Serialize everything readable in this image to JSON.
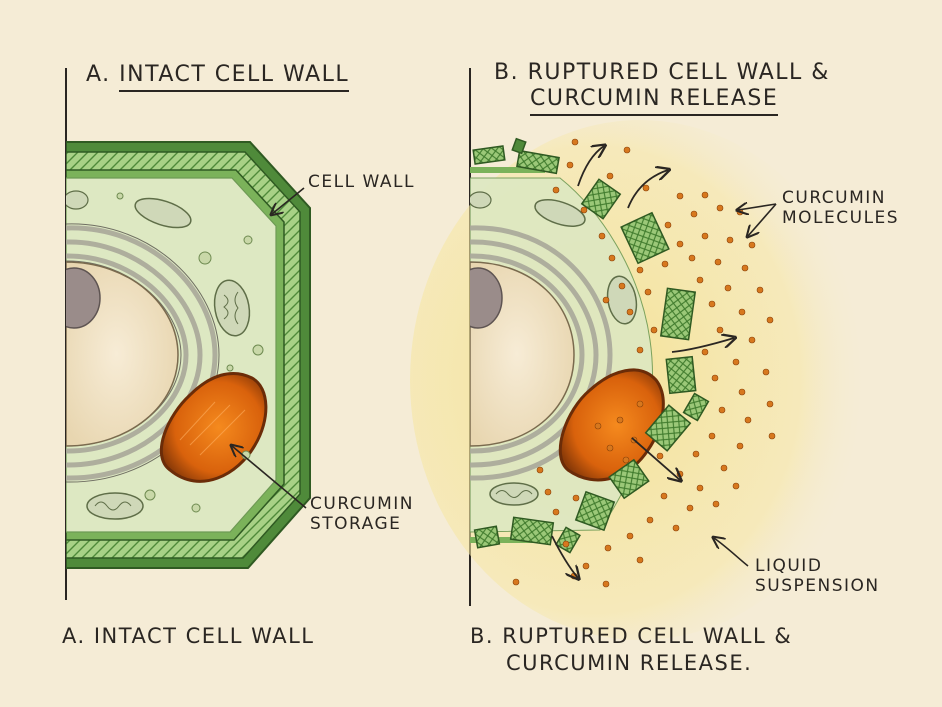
{
  "panel_a": {
    "title_prefix": "A.",
    "title": "INTACT CELL WALL",
    "label_cell_wall": "CELL WALL",
    "label_storage_1": "CURCUMIN",
    "label_storage_2": "STORAGE",
    "caption": "A. INTACT CELL WALL"
  },
  "panel_b": {
    "title_line1": "B. RUPTURED CELL WALL &",
    "title_line2": "CURCUMIN RELEASE",
    "label_molecules_1": "CURCUMIN",
    "label_molecules_2": "MOLECULES",
    "label_liquid_1": "LIQUID",
    "label_liquid_2": "SUSPENSION",
    "caption_line1": "B. RUPTURED CELL WALL &",
    "caption_line2": "CURCUMIN RELEASE."
  },
  "colors": {
    "paper": "#f5ecd6",
    "wall_dark": "#4f8a3a",
    "wall_light": "#9cc97a",
    "cytoplasm": "#dde8c2",
    "curcumin": "#d96a10",
    "curcumin_edge": "#6b2c08",
    "nucleus": "#f2e4c8",
    "nucleolus": "#9a8c8a",
    "liquid": "#f3e08a",
    "ink": "#2a2622"
  }
}
